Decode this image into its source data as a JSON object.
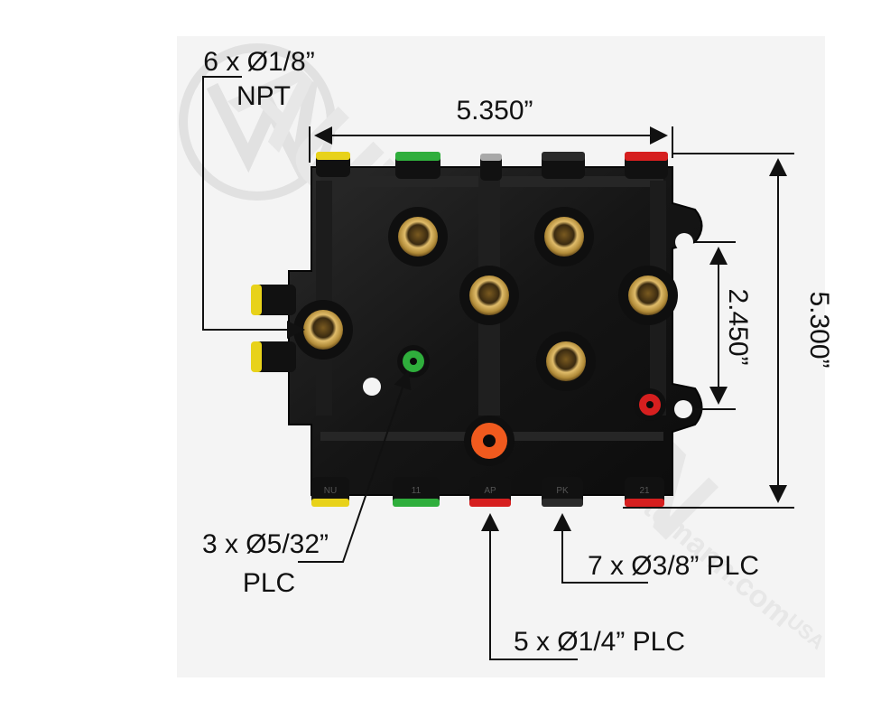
{
  "labels": {
    "npt_qty": "6 x Ø1/8”",
    "npt_type": "NPT",
    "width_dim": "5.350”",
    "height_dim": "5.300”",
    "hole_spacing_dim": "2.450”",
    "plc_532_qty": "3 x Ø5/32”",
    "plc_532_type": "PLC",
    "plc_38": "7 x Ø3/8” PLC",
    "plc_14": "5 x Ø1/4” PLC"
  },
  "port_markings": [
    "NU",
    "11",
    "AP",
    "PK",
    "21"
  ],
  "watermark": {
    "brand": "AUTOMANN",
    "url": "automann.com",
    "suffix": "USA"
  },
  "colors": {
    "body": "#141414",
    "yellow_port": "#e8d21a",
    "green_port": "#2fae3c",
    "red_port": "#d61f1f",
    "orange_port": "#f05a1e",
    "brass": "#c8a04a",
    "grey_port": "#a8a8a8"
  }
}
